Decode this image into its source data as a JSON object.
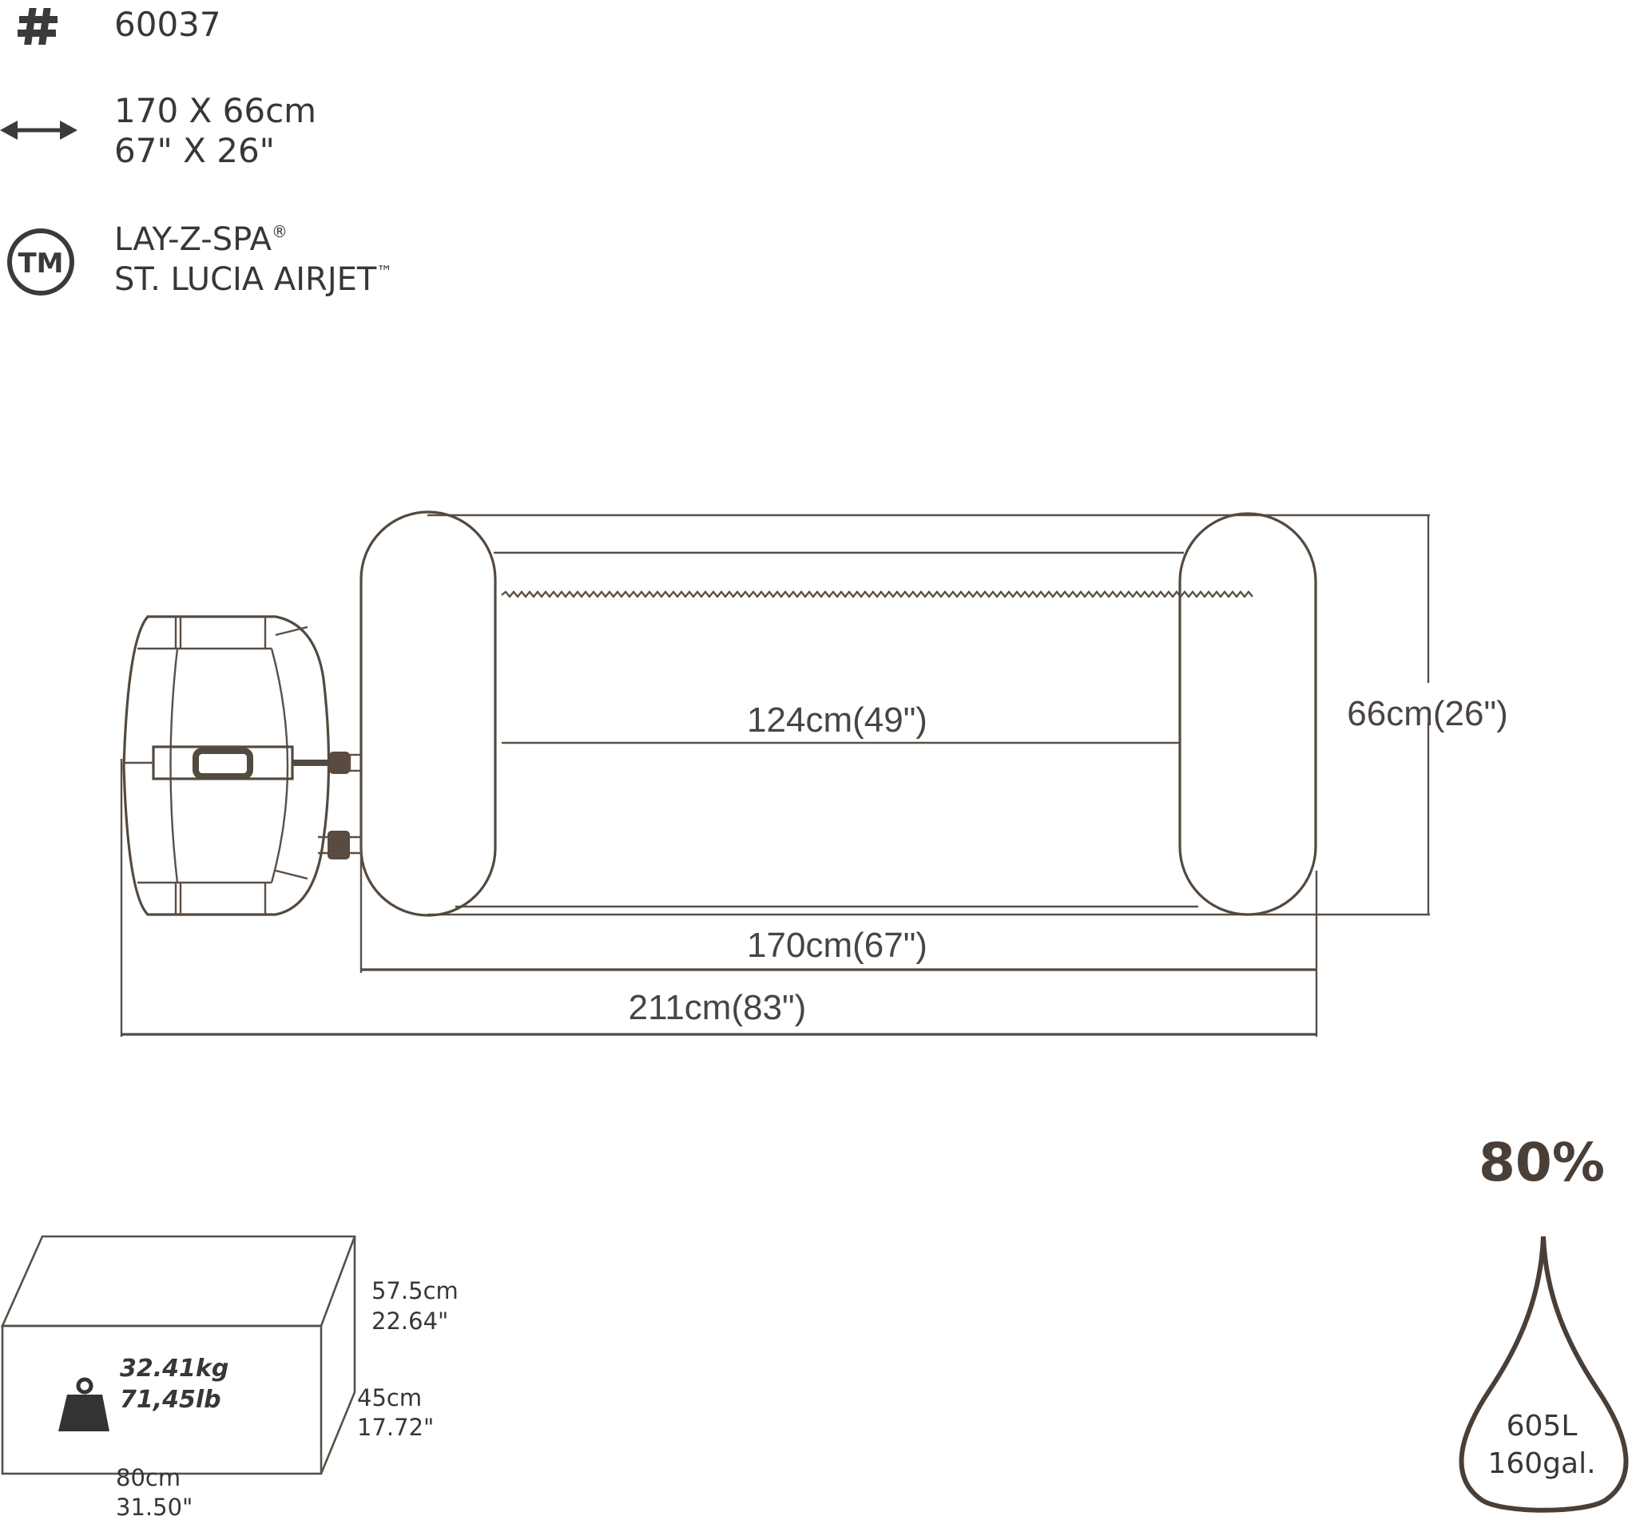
{
  "header": {
    "item_number_icon": "hash-icon",
    "item_number": "60037",
    "size_icon": "double-arrow-icon",
    "size_metric": "170 X 66cm",
    "size_imperial": "67\" X 26\"",
    "trademark_icon": "trademark-circle-icon",
    "brand_line1": "LAY-Z-SPA",
    "brand_line1_mark": "®",
    "brand_line2": "ST. LUCIA AIRJET",
    "brand_line2_mark": "™"
  },
  "diagram": {
    "inner_length_label": "124cm(49\")",
    "height_label": "66cm(26\")",
    "tub_length_label": "170cm(67\")",
    "total_length_label": "211cm(83\")",
    "stroke_color": "#54493f"
  },
  "package": {
    "weight_icon": "weight-icon",
    "weight_kg": "32.41kg",
    "weight_lb": "71,45lb",
    "height_cm": "57.5cm",
    "height_in": "22.64\"",
    "depth_cm": "45cm",
    "depth_in": "17.72\"",
    "width_cm": "80cm",
    "width_in": "31.50\""
  },
  "water": {
    "fill_percent": "80%",
    "drop_icon": "water-drop-icon",
    "volume_liters": "605L",
    "volume_gallons": "160gal."
  }
}
